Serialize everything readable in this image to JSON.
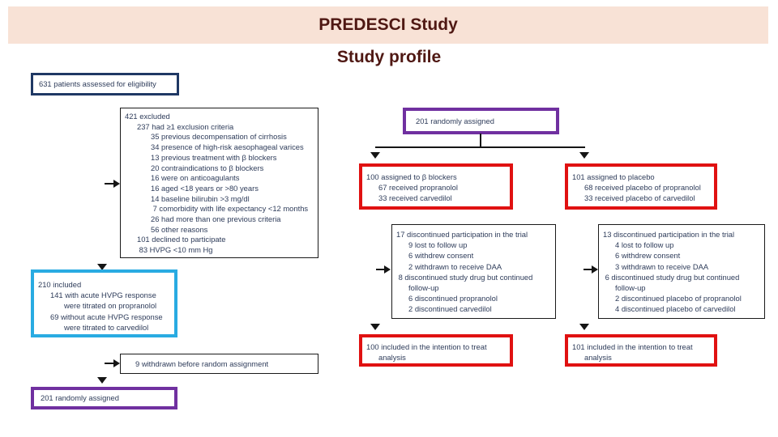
{
  "slide": {
    "banner_title": "PREDESCI Study",
    "subtitle": "Study profile"
  },
  "colors": {
    "banner_bg": "#f8e2d6",
    "title_color": "#4f1813",
    "text_color": "#2e3c5a",
    "navy": "#1f3864",
    "cyan": "#29abe2",
    "purple": "#7030a0",
    "red": "#e01111",
    "line": "#151515"
  },
  "boxes": {
    "eligibility": {
      "lines": [
        {
          "indent": 0,
          "text": "631 patients assessed for eligibility"
        }
      ]
    },
    "excluded": {
      "lines": [
        {
          "indent": 0,
          "text": "421 excluded"
        },
        {
          "indent": 1,
          "text": "237 had ≥1 exclusion criteria"
        },
        {
          "indent": 2,
          "text": "35 previous decompensation of cirrhosis"
        },
        {
          "indent": 2,
          "text": "34 presence of high-risk aesophageal varices"
        },
        {
          "indent": 2,
          "text": "13 previous treatment with β blockers"
        },
        {
          "indent": 2,
          "text": "20 contraindications to β blockers"
        },
        {
          "indent": 2,
          "text": "16 were on anticoagulants"
        },
        {
          "indent": 2,
          "text": "16 aged <18 years or >80 years"
        },
        {
          "indent": 2,
          "text": "14 baseline bilirubin >3 mg/dl"
        },
        {
          "indent": 2,
          "text": " 7 comorbidity with life expectancy <12 months"
        },
        {
          "indent": 2,
          "text": "26 had more than one previous criteria"
        },
        {
          "indent": 2,
          "text": "56 other reasons"
        },
        {
          "indent": 1,
          "text": "101 declined to participate"
        },
        {
          "indent": 1,
          "text": " 83 HVPG <10 mm Hg"
        }
      ]
    },
    "included": {
      "lines": [
        {
          "indent": 0,
          "text": "210 included"
        },
        {
          "indent": 1,
          "text": "141 with acute HVPG response"
        },
        {
          "indent": 2,
          "text": "were titrated on propranolol"
        },
        {
          "indent": 1,
          "text": "69 without acute HVPG response"
        },
        {
          "indent": 2,
          "text": "were titrated to carvedilol"
        }
      ]
    },
    "withdrawn": {
      "lines": [
        {
          "indent": 0,
          "text": "9 withdrawn before random assignment"
        }
      ]
    },
    "randomized_left": {
      "lines": [
        {
          "indent": 0,
          "text": "201 randomly assigned"
        }
      ]
    },
    "randomized_right": {
      "lines": [
        {
          "indent": 0,
          "text": "201 randomly assigned"
        }
      ]
    },
    "assigned_bblockers": {
      "lines": [
        {
          "indent": 0,
          "text": "100 assigned to β blockers"
        },
        {
          "indent": 1,
          "text": "67 received propranolol"
        },
        {
          "indent": 1,
          "text": "33 received carvedilol"
        }
      ]
    },
    "assigned_placebo": {
      "lines": [
        {
          "indent": 0,
          "text": "101 assigned to placebo"
        },
        {
          "indent": 1,
          "text": "68 received placebo of propranolol"
        },
        {
          "indent": 1,
          "text": "33 received placebo of carvedilol"
        }
      ]
    },
    "discontinued_bblockers": {
      "lines": [
        {
          "indent": 0,
          "text": "17 discontinued participation in the trial"
        },
        {
          "indent": 1,
          "text": "9 lost to follow up"
        },
        {
          "indent": 1,
          "text": "6 withdrew consent"
        },
        {
          "indent": 1,
          "text": "2 withdrawn to receive DAA"
        },
        {
          "indent": 0,
          "text": " 8 discontinued study drug but continued"
        },
        {
          "indent": 1,
          "text": "follow-up"
        },
        {
          "indent": 1,
          "text": "6 discontinued propranolol"
        },
        {
          "indent": 1,
          "text": "2 discontinued carvedilol"
        }
      ]
    },
    "discontinued_placebo": {
      "lines": [
        {
          "indent": 0,
          "text": "13 discontinued participation in the trial"
        },
        {
          "indent": 1,
          "text": "4 lost to follow up"
        },
        {
          "indent": 1,
          "text": "6 withdrew consent"
        },
        {
          "indent": 1,
          "text": "3 withdrawn to receive DAA"
        },
        {
          "indent": 0,
          "text": " 6 discontinued study drug but continued"
        },
        {
          "indent": 1,
          "text": "follow-up"
        },
        {
          "indent": 1,
          "text": "2 discontinued placebo of propranolol"
        },
        {
          "indent": 1,
          "text": "4 discontinued placebo of carvedilol"
        }
      ]
    },
    "itt_bblockers": {
      "lines": [
        {
          "indent": 0,
          "text": "100 included in the intention to treat"
        },
        {
          "indent": 1,
          "text": "analysis"
        }
      ]
    },
    "itt_placebo": {
      "lines": [
        {
          "indent": 0,
          "text": "101 included in the intention to treat"
        },
        {
          "indent": 1,
          "text": "analysis"
        }
      ]
    }
  }
}
